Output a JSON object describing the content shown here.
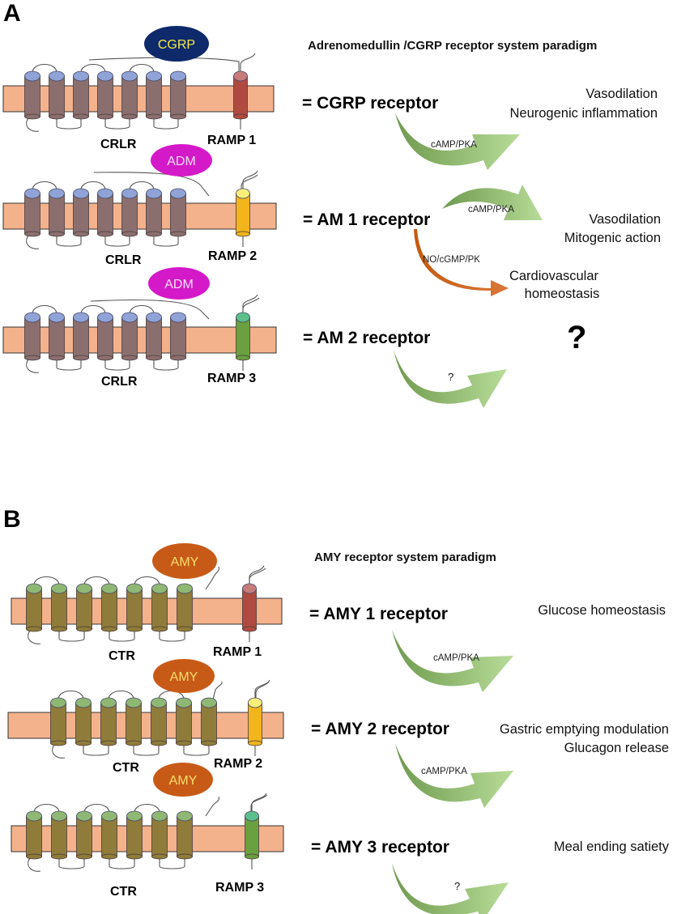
{
  "panels": [
    {
      "letter": "A",
      "paradigm": "Adrenomedullin /CGRP  receptor system paradigm",
      "receptor_name": "CRLR",
      "rows": [
        {
          "ligand": "CGRP",
          "ramp": "RAMP 1",
          "receptor": "= CGRP  receptor",
          "effects": [
            "Vasodilation",
            "Neurogenic inflammation"
          ],
          "pathways": [
            "cAMP/PKA"
          ]
        },
        {
          "ligand": "ADM",
          "ramp": "RAMP 2",
          "receptor": "= AM 1 receptor",
          "effects": [
            "Vasodilation",
            "Mitogenic action"
          ],
          "effects_2": [
            "Cardiovascular",
            "homeostasis"
          ],
          "pathways": [
            "cAMP/PKA",
            "NO/cGMP/PK"
          ]
        },
        {
          "ligand": "ADM",
          "ramp": "RAMP 3",
          "receptor": "= AM 2 receptor",
          "effects": [
            "?"
          ],
          "pathways": [
            "?"
          ]
        }
      ]
    },
    {
      "letter": "B",
      "paradigm": "AMY   receptor system paradigm",
      "receptor_name": "CTR",
      "rows": [
        {
          "ligand": "AMY",
          "ramp": "RAMP 1",
          "receptor": "= AMY 1 receptor",
          "effects": [
            "Glucose homeostasis"
          ],
          "pathways": [
            "cAMP/PKA"
          ]
        },
        {
          "ligand": "AMY",
          "ramp": "RAMP 2",
          "receptor": "= AMY 2 receptor",
          "effects": [
            "Gastric emptying modulation",
            "Glucagon release"
          ],
          "pathways": [
            "cAMP/PKA"
          ]
        },
        {
          "ligand": "AMY",
          "ramp": "RAMP 3",
          "receptor": "= AMY 3 receptor",
          "effects": [
            "Meal ending satiety"
          ],
          "pathways": [
            "?"
          ]
        }
      ]
    }
  ],
  "colors": {
    "membrane": "#f4b28c",
    "crlr_body": "#8b6f6f",
    "crlr_cap": "#8fa3d6",
    "ctr_body": "#8f7c3a",
    "ctr_cap": "#8fb874",
    "ramp1": "#b04a40",
    "ramp1_cap": "#c77b7b",
    "ramp2": "#f2b51c",
    "ramp2_cap": "#f7ef7a",
    "ramp3": "#6aa040",
    "ramp3_cap": "#5cc08a",
    "cgrp": "#0e2a6b",
    "cgrp_text": "#f5e94a",
    "adm": "#d419c8",
    "adm_text": "#f4e0f4",
    "amy": "#c85a18",
    "amy_text": "#f7df6a",
    "arrow_green": "#8fc06f",
    "arrow_orange": "#c45a10"
  }
}
